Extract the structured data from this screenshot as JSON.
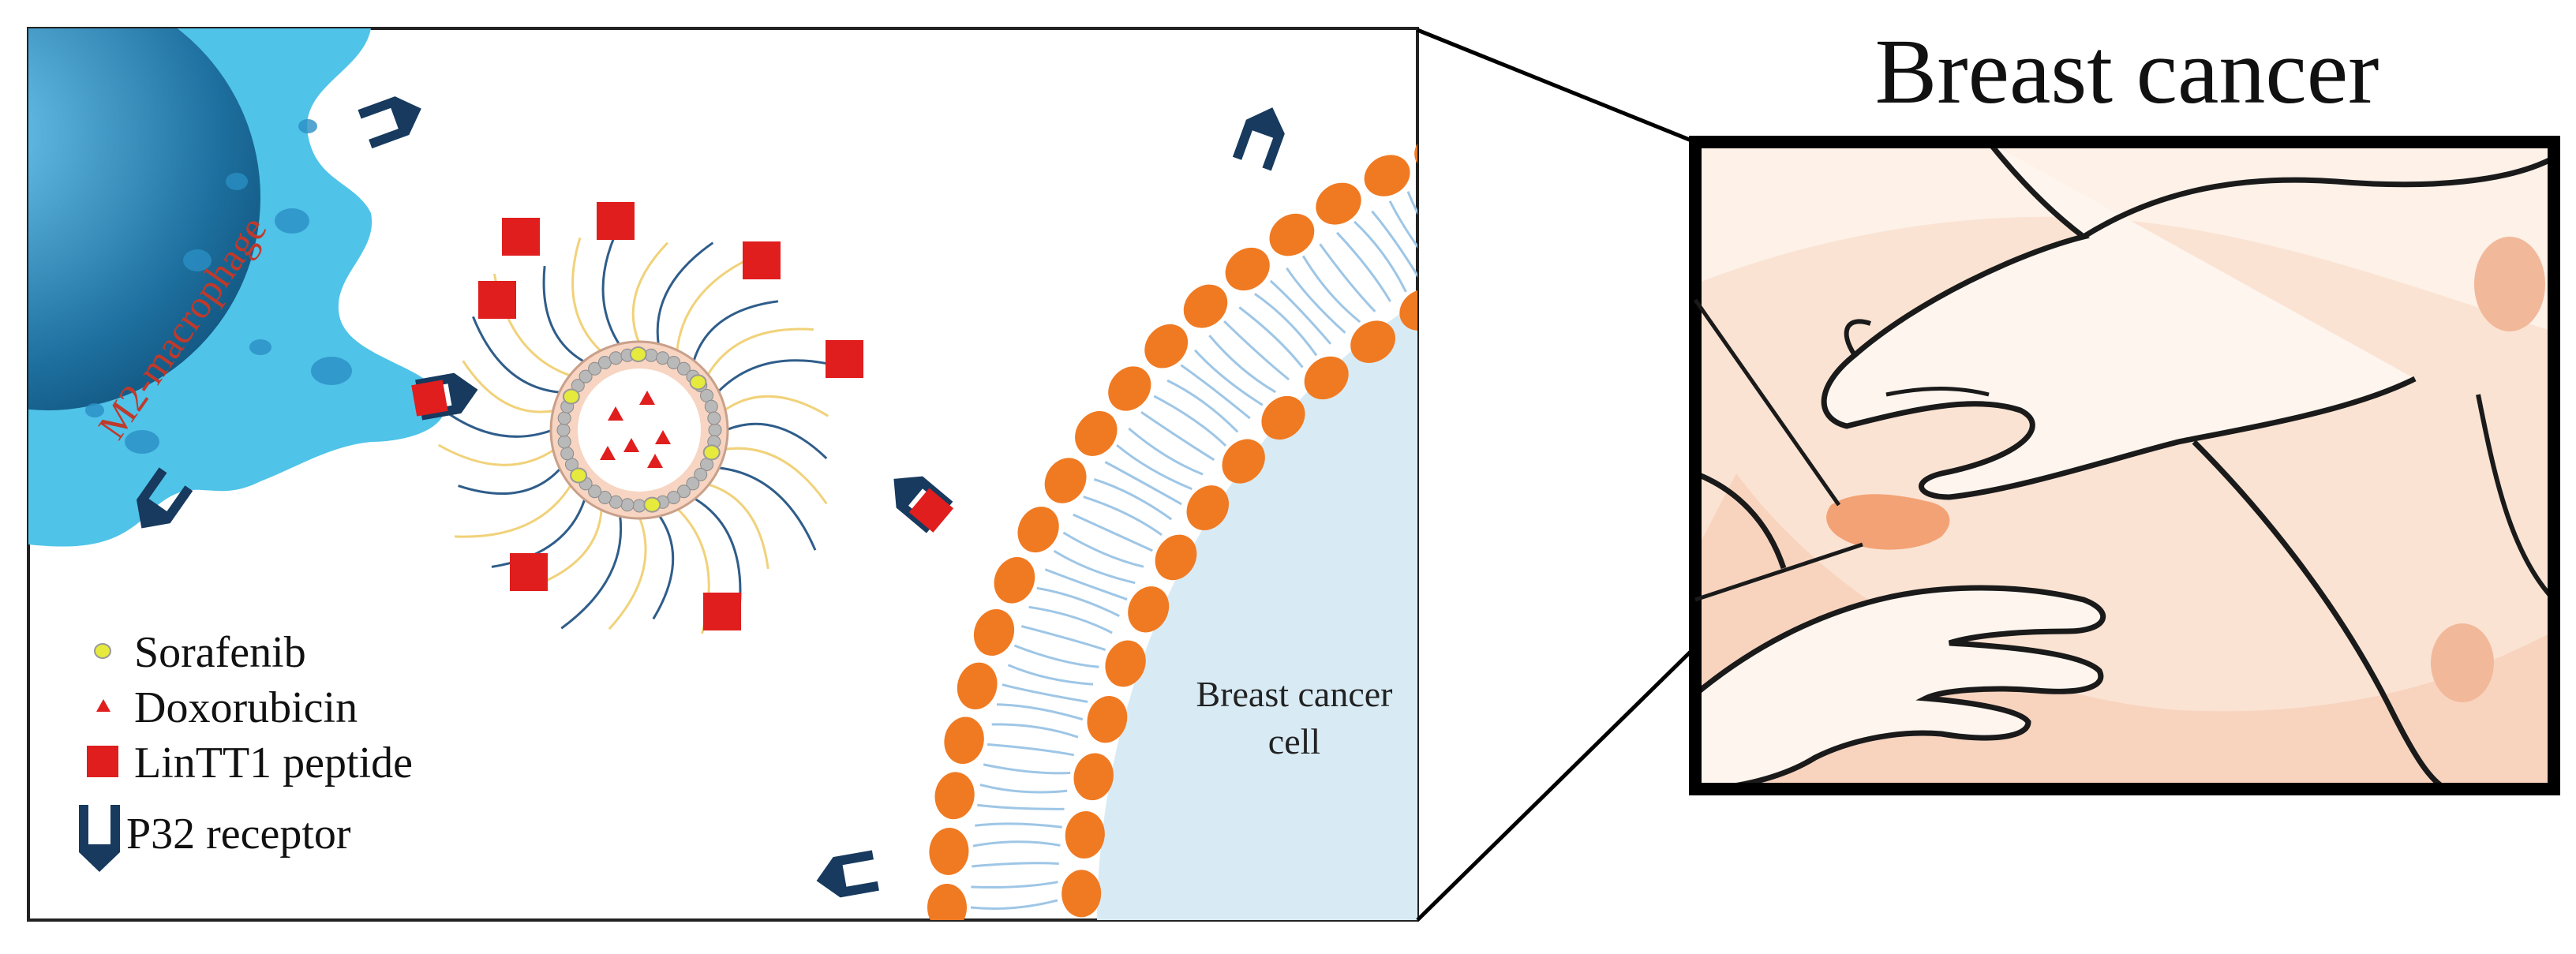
{
  "figure": {
    "heading": "Breast cancer",
    "macrophage_label": "M2-macrophage",
    "cell_label_line1": "Breast cancer",
    "cell_label_line2": "cell"
  },
  "legend": {
    "items": [
      {
        "icon": "sorafenib-dot-icon",
        "label": "Sorafenib"
      },
      {
        "icon": "doxorubicin-triangle-icon",
        "label": "Doxorubicin"
      },
      {
        "icon": "lintt1-square-icon",
        "label": "LinTT1 peptide"
      },
      {
        "icon": "p32-receptor-icon",
        "label": "P32 receptor"
      }
    ]
  },
  "colors": {
    "macrophage": "#4fc3e8",
    "macrophage_nucleus": "#1d6f9e",
    "membrane_head": "#f07a22",
    "cell_interior": "#d8ebf5",
    "lipid_tail": "#9ec6e6",
    "peptide": "#e01e1e",
    "receptor": "#173a5e",
    "sorafenib": "#e6ea3c",
    "macrophage_label": "#c0392b",
    "skin": "#fbe3d3",
    "tumor": "#f29a6a"
  }
}
